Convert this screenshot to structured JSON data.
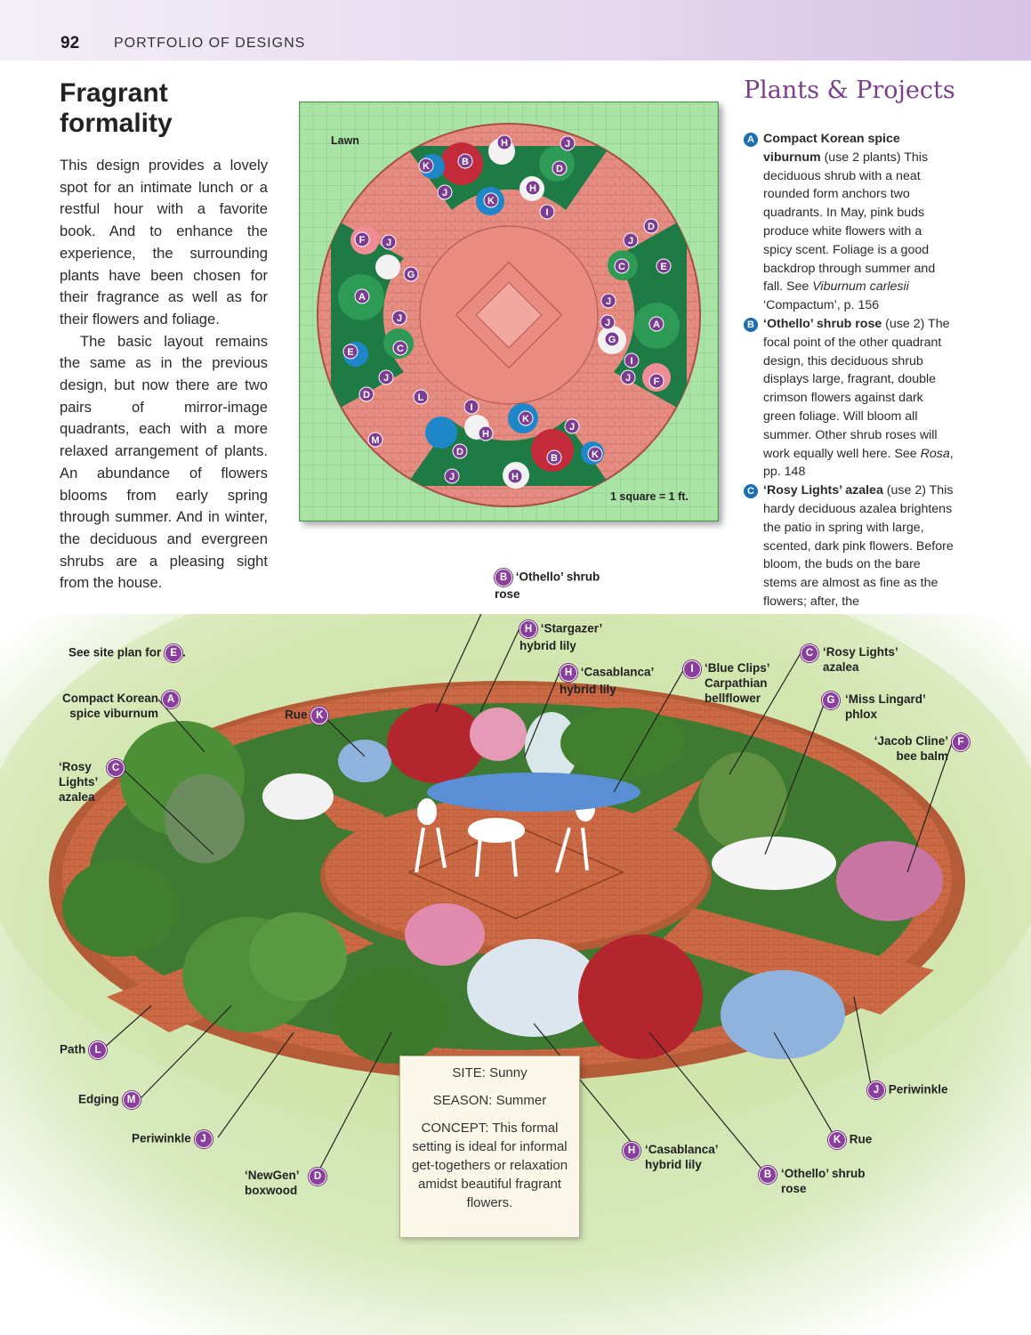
{
  "header": {
    "page_number": "92",
    "section": "PORTFOLIO OF DESIGNS"
  },
  "article": {
    "title_line1": "Fragrant",
    "title_line2": "formality",
    "paragraph1": "This design provides a lovely spot for an intimate lunch or a restful hour with a favorite book. And to enhance the experience, the surrounding plants have been chosen for their fragrance as well as for their flowers and foliage.",
    "paragraph2": "The basic layout remains the same as in the previous design, but now there are two pairs of mirror-image quadrants, each with a more relaxed arrangement of plants. An abundance of flowers blooms from early spring through summer. And in winter, the deciduous and evergreen shrubs are a pleasing sight from the house."
  },
  "plan": {
    "lawn_label": "Lawn",
    "scale_label": "1 square = 1 ft."
  },
  "plants_projects": {
    "title": "Plants & Projects",
    "items": [
      {
        "letter": "A",
        "name": "Compact Korean spice viburnum",
        "use": " (use 2 plants)",
        "text": "This deciduous shrub with a neat rounded form anchors two quadrants. In May, pink buds produce white flowers with a spicy scent. Foliage is a good backdrop through summer and fall. See ",
        "ref_italic": "Viburnum carlesii",
        "ref_rest": " ‘Compactum’, p. 156"
      },
      {
        "letter": "B",
        "name": "‘Othello’ shrub rose",
        "use": " (use 2)",
        "text": "The focal point of the other quadrant design, this deciduous shrub displays large, fragrant, double crimson flowers against dark green foliage. Will bloom all summer. Other shrub roses will work equally well here. See ",
        "ref_italic": "Rosa",
        "ref_rest": ", pp. 148"
      },
      {
        "letter": "C",
        "name": "‘Rosy Lights’ azalea",
        "use": " (use 2)",
        "text": "This hardy deciduous azalea brightens the patio in spring with large, scented, dark pink flowers. Before bloom, the buds on the bare stems are almost as fine as the flowers; after, the",
        "ref_italic": "",
        "ref_rest": ""
      }
    ]
  },
  "callouts": {
    "see_site_plan": "See site plan for",
    "see_site_plan_end": ".",
    "a_left": "Compact Korean spice viburnum",
    "c_left": "‘Rosy Lights’ azalea",
    "k_left": "Rue",
    "b_top": "‘Othello’ shrub rose",
    "h_stargazer": "‘Stargazer’ hybrid lily",
    "h_casablanca_top": "‘Casablanca’ hybrid lily",
    "i_top": "‘Blue Clips’ Carpathian bellflower",
    "c_right": "‘Rosy Lights’ azalea",
    "g_right": "‘Miss Lingard’ phlox",
    "f_right": "‘Jacob Cline’ bee balm",
    "l_left": "Path",
    "m_left": "Edging",
    "j_left": "Periwinkle",
    "d_bottom": "‘NewGen’ boxwood",
    "h_bottom": "‘Casablanca’ hybrid lily",
    "b_bottom": "‘Othello’ shrub rose",
    "k_right": "Rue",
    "j_right": "Periwinkle"
  },
  "sitebox": {
    "site": "SITE: Sunny",
    "season": "SEASON: Summer",
    "concept": "CONCEPT: This formal setting is ideal for informal get-togethers or relaxation amidst beautiful fragrant flowers."
  },
  "colors": {
    "accent": "#7a3f8a",
    "badge_blue": "#1b6fb3",
    "badge_purple": "#8b3f9c",
    "lawn": "#a9e3a6",
    "path": "#d97a6d"
  }
}
